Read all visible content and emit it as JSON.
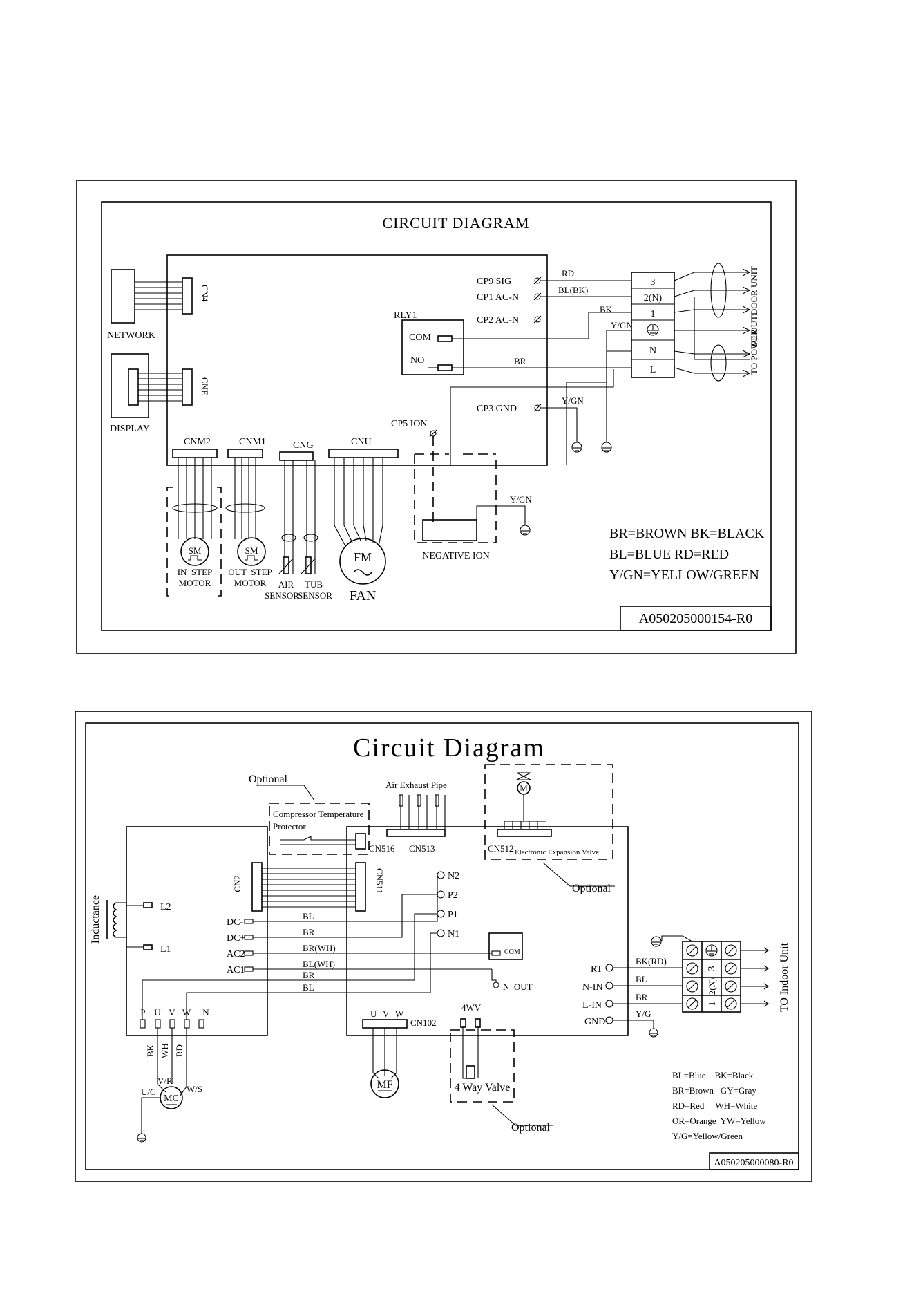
{
  "diagram1": {
    "title": "CIRCUIT DIAGRAM",
    "drawing_no": "A050205000154-R0",
    "labels": {
      "network": "NETWORK",
      "display": "DISPLAY",
      "cn4": "CN4",
      "cne": "CNE",
      "rly1": "RLY1",
      "com": "COM",
      "no": "NO",
      "cp9": "CP9 SIG",
      "cp1": "CP1 AC-N",
      "cp2": "CP2 AC-N",
      "cp3": "CP3 GND",
      "cp5": "CP5 ION",
      "rd": "RD",
      "bl_bk": "BL(BK)",
      "bk": "BK",
      "ygn1": "Y/GN",
      "br": "BR",
      "ygn2": "Y/GN",
      "ygn3": "Y/GN",
      "term_3": "3",
      "term_2n": "2(N)",
      "term_1": "1",
      "term_n": "N",
      "term_l": "L",
      "to_outdoor": "TO OUTDOOR UNIT",
      "to_power": "TO POWER",
      "cnm2": "CNM2",
      "cnm1": "CNM1",
      "cng": "CNG",
      "cnu": "CNU",
      "sm1": "SM",
      "sm2": "SM",
      "in_step": "IN_STEP",
      "motor1": "MOTOR",
      "out_step": "OUT_STEP",
      "motor2": "MOTOR",
      "air": "AIR",
      "sensor1": "SENSOR",
      "tub": "TUB",
      "sensor2": "SENSOR",
      "fm": "FM",
      "fan": "FAN",
      "negative_ion": "NEGATIVE ION"
    },
    "legend": [
      "BR=BROWN   BK=BLACK",
      "BL=BLUE   RD=RED",
      "Y/GN=YELLOW/GREEN"
    ]
  },
  "diagram2": {
    "title": "Circuit Diagram",
    "drawing_no": "A050205000080-R0",
    "labels": {
      "optional1": "Optional",
      "optional2": "Optional",
      "optional3": "Optional",
      "comp_temp1": "Compressor Temperature",
      "comp_temp2": "Protector",
      "air_exhaust": "Air Exhaust Pipe",
      "cn516": "CN516",
      "cn513": "CN513",
      "cn512": "CN512",
      "eev": "Electronic Expansion Valve",
      "cn2": "CN2",
      "cn511": "CN511",
      "n2": "N2",
      "p2": "P2",
      "p1": "P1",
      "n1": "N1",
      "inductance": "Inductance",
      "l2": "L2",
      "l1": "L1",
      "dcm": "DC-",
      "dcp": "DC+",
      "ac2": "AC2",
      "ac1": "AC1",
      "w_bl1": "BL",
      "w_br1": "BR",
      "w_brwh": "BR(WH)",
      "w_blwh": "BL(WH)",
      "w_br2": "BR",
      "w_bl2": "BL",
      "com": "COM",
      "n_out": "N_OUT",
      "p": "P",
      "u": "U",
      "v": "V",
      "w": "W",
      "n": "N",
      "bk": "BK",
      "wh": "WH",
      "rd": "RD",
      "uc": "U/C",
      "vr": "V/R",
      "ws": "W/S",
      "mc": "MC",
      "cn102": "CN102",
      "u2": "U",
      "v2": "V",
      "w2": "W",
      "mf": "MF",
      "fourwv": "4WV",
      "four_way": "4 Way Valve",
      "rt": "RT",
      "n_in": "N-IN",
      "l_in": "L-IN",
      "gnd": "GND",
      "bk_rd": "BK(RD)",
      "bl3": "BL",
      "br3": "BR",
      "yg": "Y/G",
      "t3": "3",
      "t2n": "2(N)",
      "t1": "1",
      "to_indoor": "TO Indoor Unit",
      "m": "M"
    },
    "legend": [
      "BL=Blue    BK=Black",
      "BR=Brown   GY=Gray",
      "RD=Red     WH=White",
      "OR=Orange  YW=Yellow",
      "Y/G=Yellow/Green"
    ]
  }
}
